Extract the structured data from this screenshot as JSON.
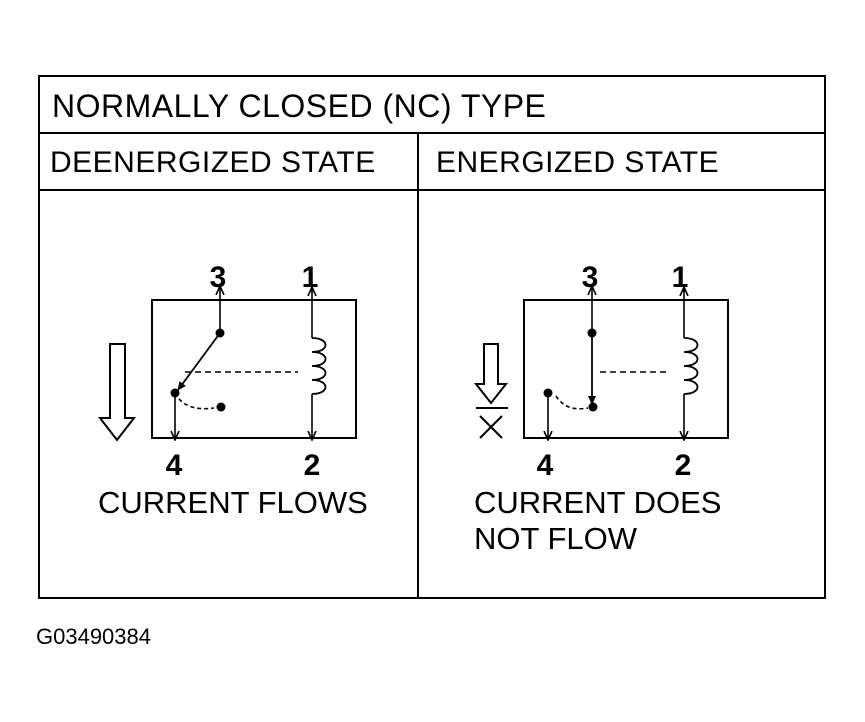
{
  "title": "NORMALLY CLOSED (NC) TYPE",
  "columns": [
    {
      "header": "DEENERGIZED STATE",
      "terminals": {
        "top_left": "3",
        "top_right": "1",
        "bottom_left": "4",
        "bottom_right": "2"
      },
      "caption_lines": [
        "CURRENT FLOWS"
      ]
    },
    {
      "header": "ENERGIZED STATE",
      "terminals": {
        "top_left": "3",
        "top_right": "1",
        "bottom_left": "4",
        "bottom_right": "2"
      },
      "caption_lines": [
        "CURRENT DOES",
        "NOT FLOW"
      ]
    }
  ],
  "figure_code": "G03490384"
}
